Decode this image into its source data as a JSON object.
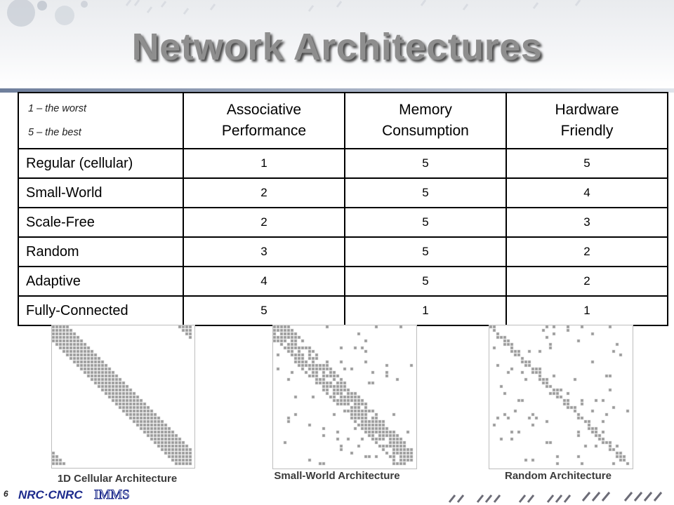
{
  "slide": {
    "title": "Network Architectures",
    "page_number": "6"
  },
  "table": {
    "key_worst": "1 – the worst",
    "key_best": "5 – the best",
    "columns": [
      "Associative\nPerformance",
      "Memory\nConsumption",
      "Hardware\nFriendly"
    ],
    "rows": [
      {
        "label": "Regular (cellular)",
        "values": [
          "1",
          "5",
          "5"
        ]
      },
      {
        "label": "Small-World",
        "values": [
          "2",
          "5",
          "4"
        ]
      },
      {
        "label": "Scale-Free",
        "values": [
          "2",
          "5",
          "3"
        ]
      },
      {
        "label": "Random",
        "values": [
          "3",
          "5",
          "2"
        ]
      },
      {
        "label": "Adaptive",
        "values": [
          "4",
          "5",
          "2"
        ]
      },
      {
        "label": "Fully-Connected",
        "values": [
          "5",
          "1",
          "1"
        ]
      }
    ]
  },
  "figures": {
    "cellular_caption": "1D Cellular Architecture",
    "smallworld_caption": "Small-World Architecture",
    "random_caption": "Random Architecture"
  },
  "footer": {
    "logo_text_nrc": "NRC·CNRC",
    "logo_text_imms": "IMMS"
  },
  "colors": {
    "title": "#8e8e8e",
    "title_shadow": "#4a4a4a",
    "rule": "#6f7f9c",
    "matrix_cell": "#9a9a9a",
    "logo_blue": "#1c2a8c"
  }
}
